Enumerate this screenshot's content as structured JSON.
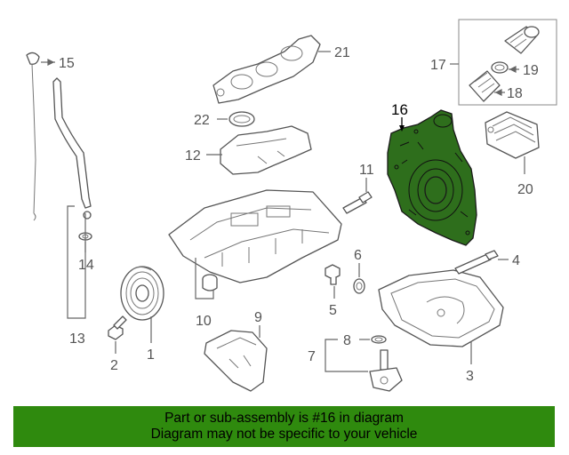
{
  "callouts": {
    "c1": "1",
    "c2": "2",
    "c3": "3",
    "c4": "4",
    "c5": "5",
    "c6": "6",
    "c7": "7",
    "c8": "8",
    "c9": "9",
    "c10": "10",
    "c11": "11",
    "c12": "12",
    "c13": "13",
    "c14": "14",
    "c15": "15",
    "c16": "16",
    "c17": "17",
    "c18": "18",
    "c19": "19",
    "c20": "20",
    "c21": "21",
    "c22": "22"
  },
  "highlight": {
    "part_number": "16",
    "color": "#2f8a0e"
  },
  "banner": {
    "line1": "Part or sub-assembly is #16 in diagram",
    "line2": "Diagram may not be specific to your vehicle",
    "background": "#2f8a0e"
  }
}
